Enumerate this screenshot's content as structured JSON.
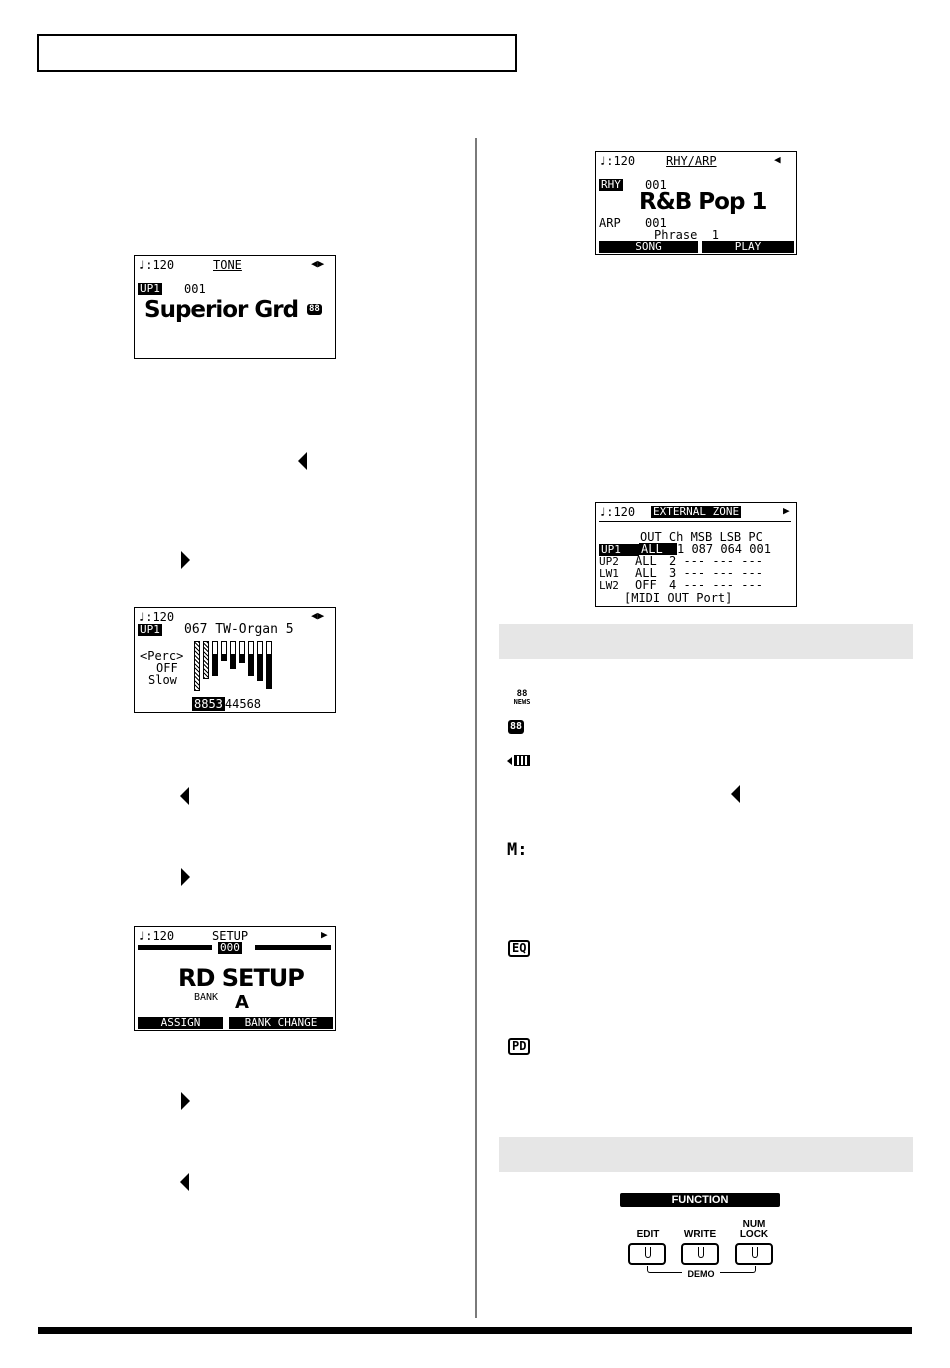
{
  "screens": {
    "tone": {
      "tempo": "♩:120",
      "title": "TONE",
      "arrows": "◀▶",
      "part": "UP1",
      "number": "001",
      "name": "Superior Grd",
      "badge": "88"
    },
    "organ": {
      "tempo": "♩:120",
      "arrows": "◀▶",
      "part": "UP1",
      "line": "067 TW-Organ 5",
      "perc": "<Perc>",
      "off": "OFF",
      "slow": "Slow",
      "drawbars_hl": "8853",
      "drawbars_rest": "44568"
    },
    "setup": {
      "tempo": "♩:120",
      "title": "SETUP",
      "arrow": "▶",
      "number": "000",
      "name": "RD SETUP",
      "bank_label": "BANK",
      "bank": "A",
      "f1": "ASSIGN",
      "f2": "BANK CHANGE"
    },
    "rhy": {
      "tempo": "♩:120",
      "title": "RHY/ARP",
      "arrow": "◀",
      "tag": "RHY",
      "rhy_num": "001",
      "name": "R&B Pop 1",
      "arp_label": "ARP",
      "arp_num": "001",
      "phrase": "Phrase  1",
      "f1": "SONG",
      "f2": "PLAY"
    },
    "ext": {
      "tempo": "♩:120",
      "title": "EXTERNAL ZONE",
      "arrow": "▶",
      "header": "OUT Ch MSB LSB PC",
      "rows": [
        {
          "part": "UP1",
          "out": "ALL",
          "rest": "1 087 064 001"
        },
        {
          "part": "UP2",
          "out": "ALL",
          "rest": "2 --- --- ---"
        },
        {
          "part": "LW1",
          "out": "ALL",
          "rest": "3 --- --- ---"
        },
        {
          "part": "LW2",
          "out": "OFF",
          "rest": "4 --- --- ---"
        }
      ],
      "footer": "[MIDI OUT Port]"
    }
  },
  "icons": {
    "news_top": "88",
    "news_bottom": "NEWS",
    "badge88": "88",
    "m": "M:",
    "eq": "EQ",
    "pd": "PD"
  },
  "panel": {
    "function": "FUNCTION",
    "edit": "EDIT",
    "write": "WRITE",
    "numlock_1": "NUM",
    "numlock_2": "LOCK",
    "demo": "DEMO"
  }
}
